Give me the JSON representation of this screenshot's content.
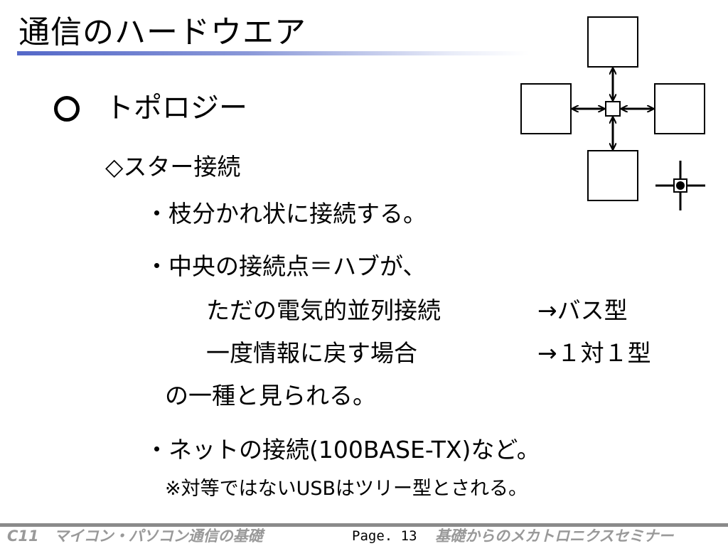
{
  "slide": {
    "title": "通信のハードウエア",
    "heading": "トポロジー",
    "subheading": "◇スター接続",
    "bullet1": "・枝分かれ状に接続する。",
    "bullet2": "・中央の接続点＝ハブが、",
    "bullet2_line1_left": "ただの電気的並列接続",
    "bullet2_line1_right": "→バス型",
    "bullet2_line2_left": "一度情報に戻す場合",
    "bullet2_line2_right": "→１対１型",
    "bullet2_line3": "の一種と見られる。",
    "bullet3": "・ネットの接続(100BASE-TX)など。",
    "note": "※対等ではないUSBはツリー型とされる。"
  },
  "diagram": {
    "type": "star-topology",
    "outer_nodes": 4,
    "hub": "center-square",
    "connections": "double-headed-arrows",
    "cursor_icon": "crosshair-icon"
  },
  "footer": {
    "left": "C11　マイコン・パソコン通信の基礎",
    "page": "Page. 13",
    "right": "基礎からのメカトロニクスセミナー"
  },
  "colors": {
    "title_rule": "#5468c8",
    "footer_text": "#999999",
    "footer_rule": "#8a8a8a"
  }
}
